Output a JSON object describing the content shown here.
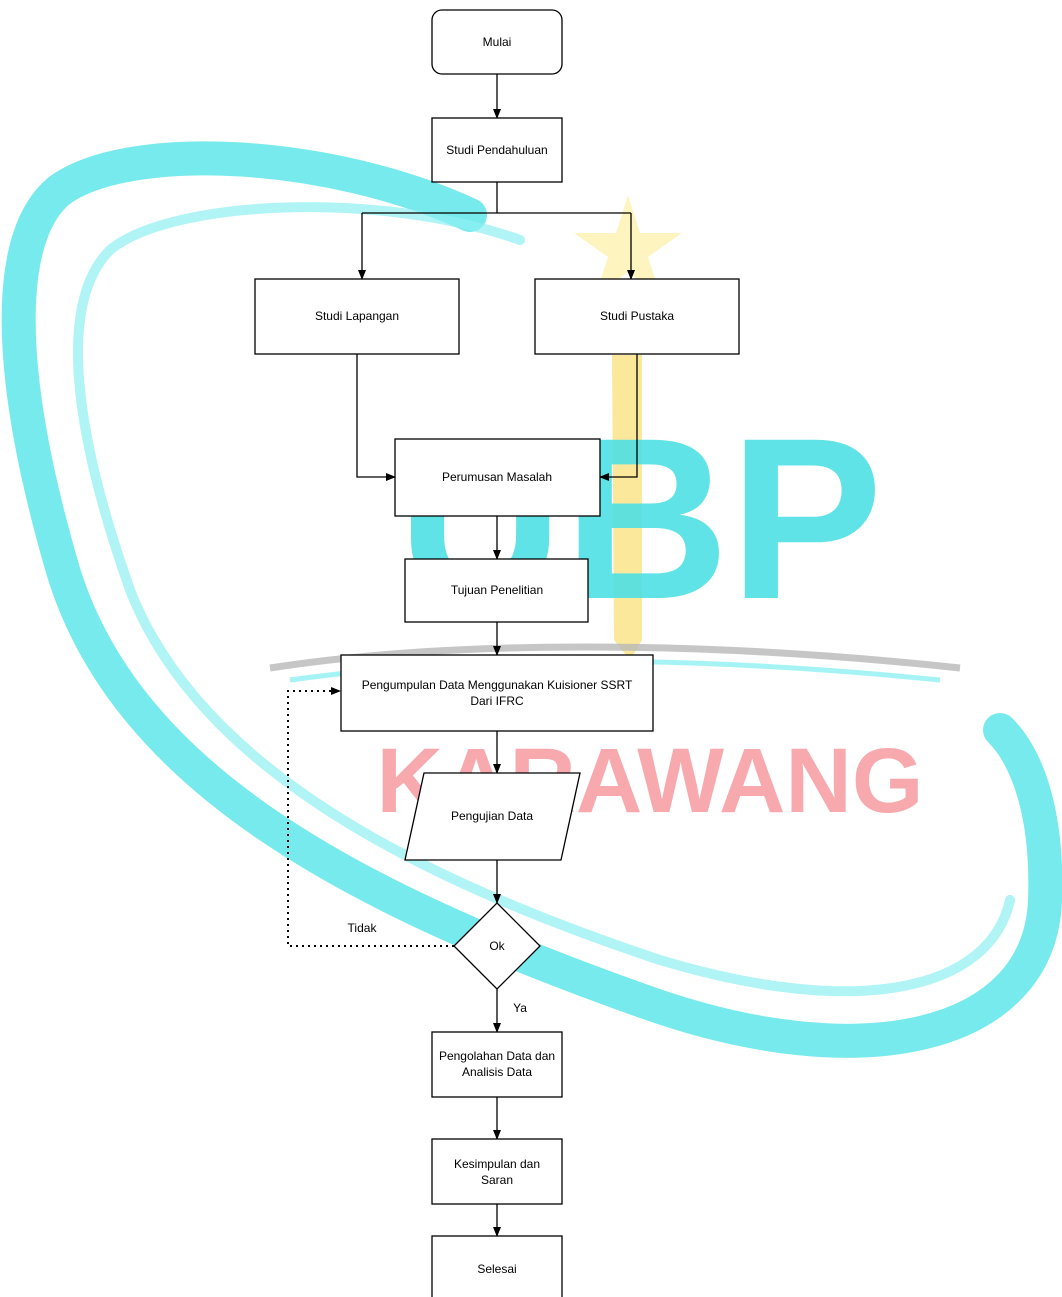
{
  "watermark": {
    "logo_text": "UBP",
    "city_text": "KARAWANG",
    "colors": {
      "swoosh": "#5ee6ea",
      "letters": "#4fe0e4",
      "city": "#f7a0a6",
      "star": "#fdf3b8",
      "pen": "#fbe48a"
    }
  },
  "nodes": {
    "start": "Mulai",
    "prelim": "Studi Pendahuluan",
    "field": "Studi Lapangan",
    "literature": "Studi Pustaka",
    "problem": "Perumusan Masalah",
    "purpose": "Tujuan Penelitian",
    "collect_line1": "Pengumpulan Data Menggunakan Kuisioner SSRT",
    "collect_line2": "Dari IFRC",
    "test": "Pengujian Data",
    "decision": "Ok",
    "process_line1": "Pengolahan Data dan",
    "process_line2": "Analisis Data",
    "conclusion_line1": "Kesimpulan dan",
    "conclusion_line2": "Saran",
    "end": "Selesai"
  },
  "edge_labels": {
    "no": "Tidak",
    "yes": "Ya"
  }
}
